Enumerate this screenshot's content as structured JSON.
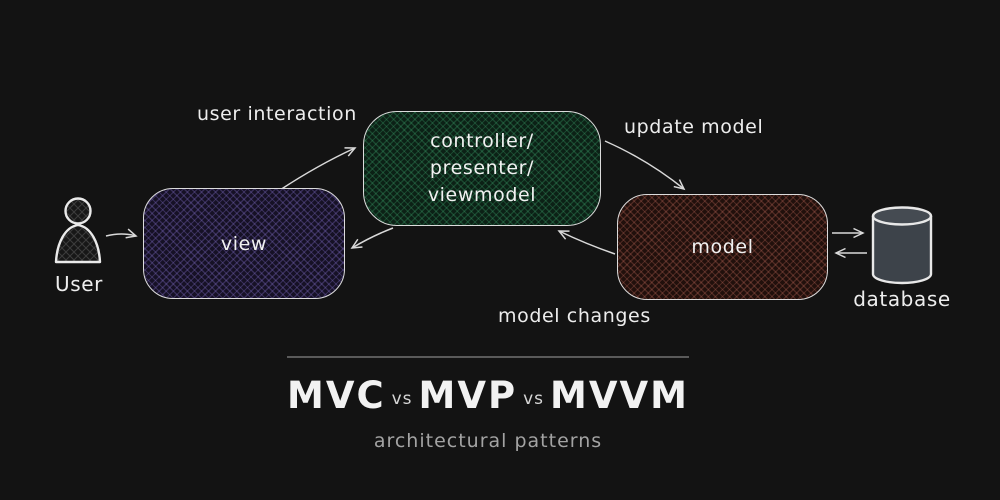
{
  "diagram": {
    "nodes": {
      "view": {
        "label": "view",
        "fill": "#161125",
        "pattern_color": "#7e6cc4"
      },
      "controller": {
        "lines": [
          "controller/",
          "presenter/",
          "viewmodel"
        ],
        "fill": "#0c2116",
        "pattern_color": "#3eaa70"
      },
      "model": {
        "label": "model",
        "fill": "#21100c",
        "pattern_color": "#cd7060"
      }
    },
    "actors": {
      "user": {
        "label": "User"
      },
      "database": {
        "label": "database",
        "fill": "#3d434a"
      }
    },
    "edges": {
      "user_interaction": {
        "label": "user interaction",
        "from": "view",
        "to": "controller"
      },
      "update_model": {
        "label": "update model",
        "from": "controller",
        "to": "model"
      },
      "model_changes": {
        "label": "model changes",
        "from": "model",
        "to": "controller"
      },
      "user_to_view": {
        "label": "",
        "from": "user",
        "to": "view"
      },
      "controller_to_view": {
        "label": "",
        "from": "controller",
        "to": "view"
      },
      "model_to_database": {
        "label": "",
        "from": "model",
        "to": "database"
      },
      "database_to_model": {
        "label": "",
        "from": "database",
        "to": "model"
      }
    },
    "footer": {
      "title_parts": [
        "MVC",
        "vs",
        "MVP",
        "vs",
        "MVVM"
      ],
      "subtitle": "architectural patterns"
    },
    "colors": {
      "background": "#131313",
      "stroke": "#d9d9d9",
      "box_border": "#dcdcdc",
      "text": "#f1f1f1",
      "muted_text": "#a3a3a3"
    }
  }
}
